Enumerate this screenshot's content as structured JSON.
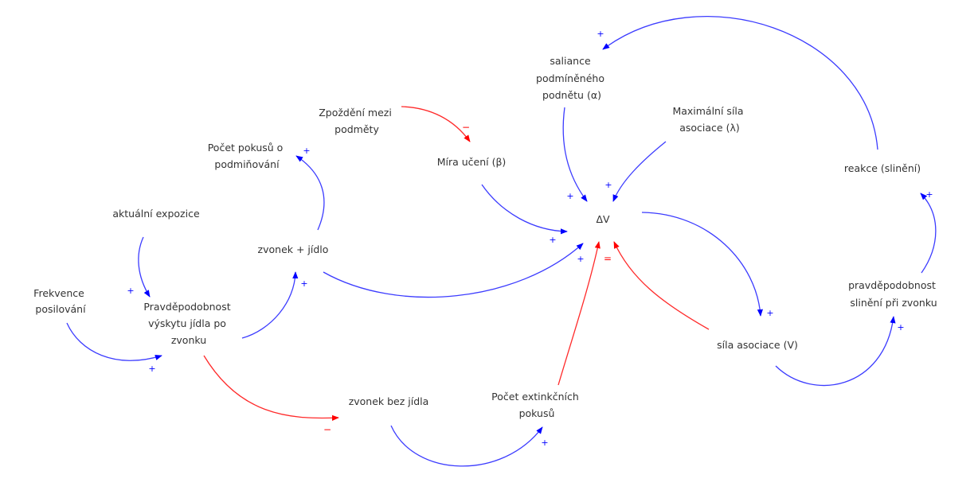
{
  "nodes": {
    "saliance": [
      "saliance",
      "podmíněného",
      "podnětu (α)"
    ],
    "maximalni": [
      "Maximální síla",
      "asociace (λ)"
    ],
    "zpozdeni": [
      "Zpoždění mezi",
      "podměty"
    ],
    "mira": [
      "Míra učení (β)"
    ],
    "pocet_pokusu": [
      "Počet pokusů o",
      "podmiňování"
    ],
    "reakce": [
      "reakce (slinění)"
    ],
    "expozice": [
      "aktuální expozice"
    ],
    "delta_v": [
      "ΔV"
    ],
    "zvonek_jidlo": [
      "zvonek + jídlo"
    ],
    "frekvence": [
      "Frekvence",
      "posilování"
    ],
    "pravd_jidla": [
      "Pravděpodobnost",
      "výskytu jídla po",
      "zvonku"
    ],
    "pravd_sliny": [
      "pravděpodobnost",
      "slinění při zvonku"
    ],
    "sila": [
      "síla asociace (V)"
    ],
    "zvonek_bez": [
      "zvonek bez jídla"
    ],
    "extinkce": [
      "Počet extinkčních",
      "pokusů"
    ]
  },
  "polarity": {
    "reakce_saliance": "+",
    "saliance_dv": "+",
    "maximalni_dv": "+",
    "mira_dv": "+",
    "zvonekjidlo_dv": "+",
    "extinkce_dv": "=",
    "dv_sila": "+",
    "sila_pravdsliny": "+",
    "pravdsliny_reakce": "+",
    "zvonekjidlo_pocet": "+",
    "zpozdeni_mira": "−",
    "expozice_pravd": "+",
    "frekvence_pravd": "+",
    "pravd_zvonekjidlo": "+",
    "pravd_zvonekbez": "−",
    "zvonekbez_extinkce": "+"
  },
  "colors": {
    "positive": "#0000ff",
    "negative": "#ff0000"
  }
}
